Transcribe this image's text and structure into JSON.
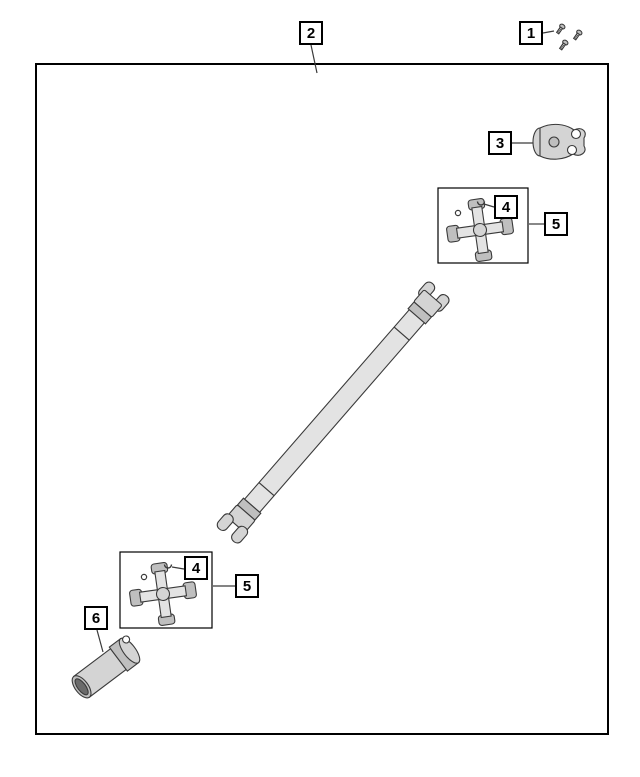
{
  "callouts": {
    "c1": "1",
    "c2": "2",
    "c3": "3",
    "c4_upper": "4",
    "c5_upper": "5",
    "c4_lower": "4",
    "c5_lower": "5",
    "c6": "6"
  },
  "colors": {
    "frame_border": "#000000",
    "line": "#3a3a3a",
    "part_fill": "#d4d4d4",
    "background": "#ffffff"
  }
}
